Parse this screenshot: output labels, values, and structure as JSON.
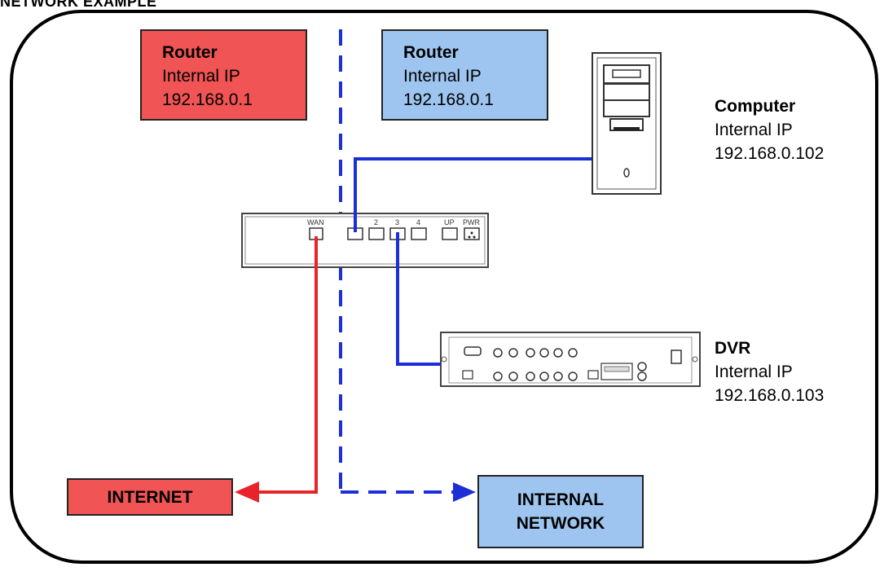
{
  "page_heading": "NETWORK EXAMPLE",
  "routers": [
    {
      "title": "Router",
      "line1": "Internal IP",
      "line2": "192.168.0.1",
      "color": "#f05454"
    },
    {
      "title": "Router",
      "line1": "Internal IP",
      "line2": "192.168.0.1",
      "color": "#9ec5ef"
    }
  ],
  "computer": {
    "title": "Computer",
    "line1": "Internal IP",
    "line2": "192.168.0.102"
  },
  "dvr": {
    "title": "DVR",
    "line1": "Internal IP",
    "line2": "192.168.0.103"
  },
  "switch_ports": {
    "wan": "WAN",
    "p2": "2",
    "p3": "3",
    "p4": "4",
    "up": "UP",
    "pwr": "PWR"
  },
  "destinations": {
    "internet": "INTERNET",
    "internal_network": [
      "INTERNAL",
      "NETWORK"
    ]
  },
  "colors": {
    "wan_line": "#e8232a",
    "lan_line": "#1c2fd6",
    "router_wan": "#f05454",
    "router_lan": "#9ec5ef"
  },
  "icons": [
    "computer-tower-icon",
    "network-switch-icon",
    "dvr-device-icon",
    "arrow-left-icon",
    "arrow-right-icon"
  ]
}
